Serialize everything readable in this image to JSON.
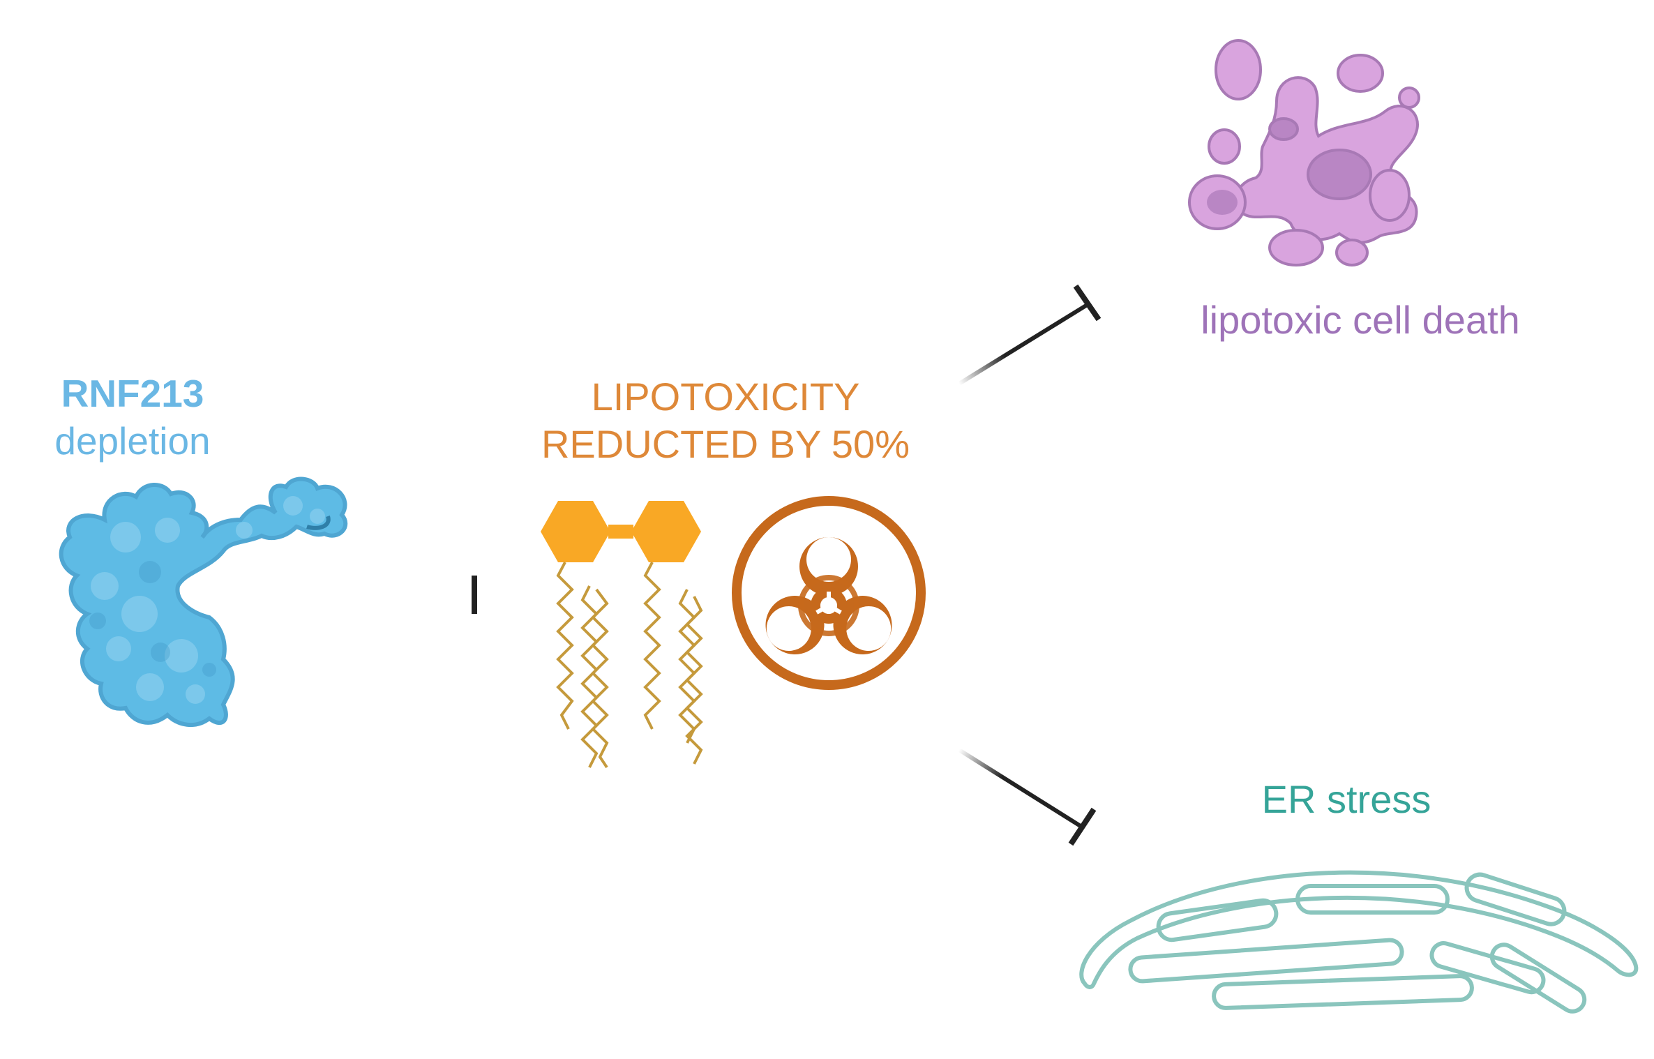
{
  "left_node": {
    "title": "RNF213",
    "subtitle": "depletion",
    "icon": "protein-blob-icon",
    "color": "#6ab7e4"
  },
  "center_node": {
    "line1": "LIPOTOXICITY",
    "line2": "REDUCTED BY 50%",
    "icons": [
      "lipid-molecule-icon",
      "biohazard-icon"
    ],
    "color": "#de8838"
  },
  "top_right_node": {
    "label": "lipotoxic cell death",
    "icon": "dying-cell-icon",
    "color": "#9e73b8"
  },
  "bottom_right_node": {
    "label": "ER stress",
    "icon": "endoplasmic-reticulum-icon",
    "color": "#35a498"
  },
  "connectors": [
    {
      "from": "RNF213 depletion",
      "to": "LIPOTOXICITY REDUCTED BY 50%",
      "type": "inhibition"
    },
    {
      "from": "LIPOTOXICITY REDUCTED BY 50%",
      "to": "lipotoxic cell death",
      "type": "inhibition"
    },
    {
      "from": "LIPOTOXICITY REDUCTED BY 50%",
      "to": "ER stress",
      "type": "inhibition"
    }
  ]
}
